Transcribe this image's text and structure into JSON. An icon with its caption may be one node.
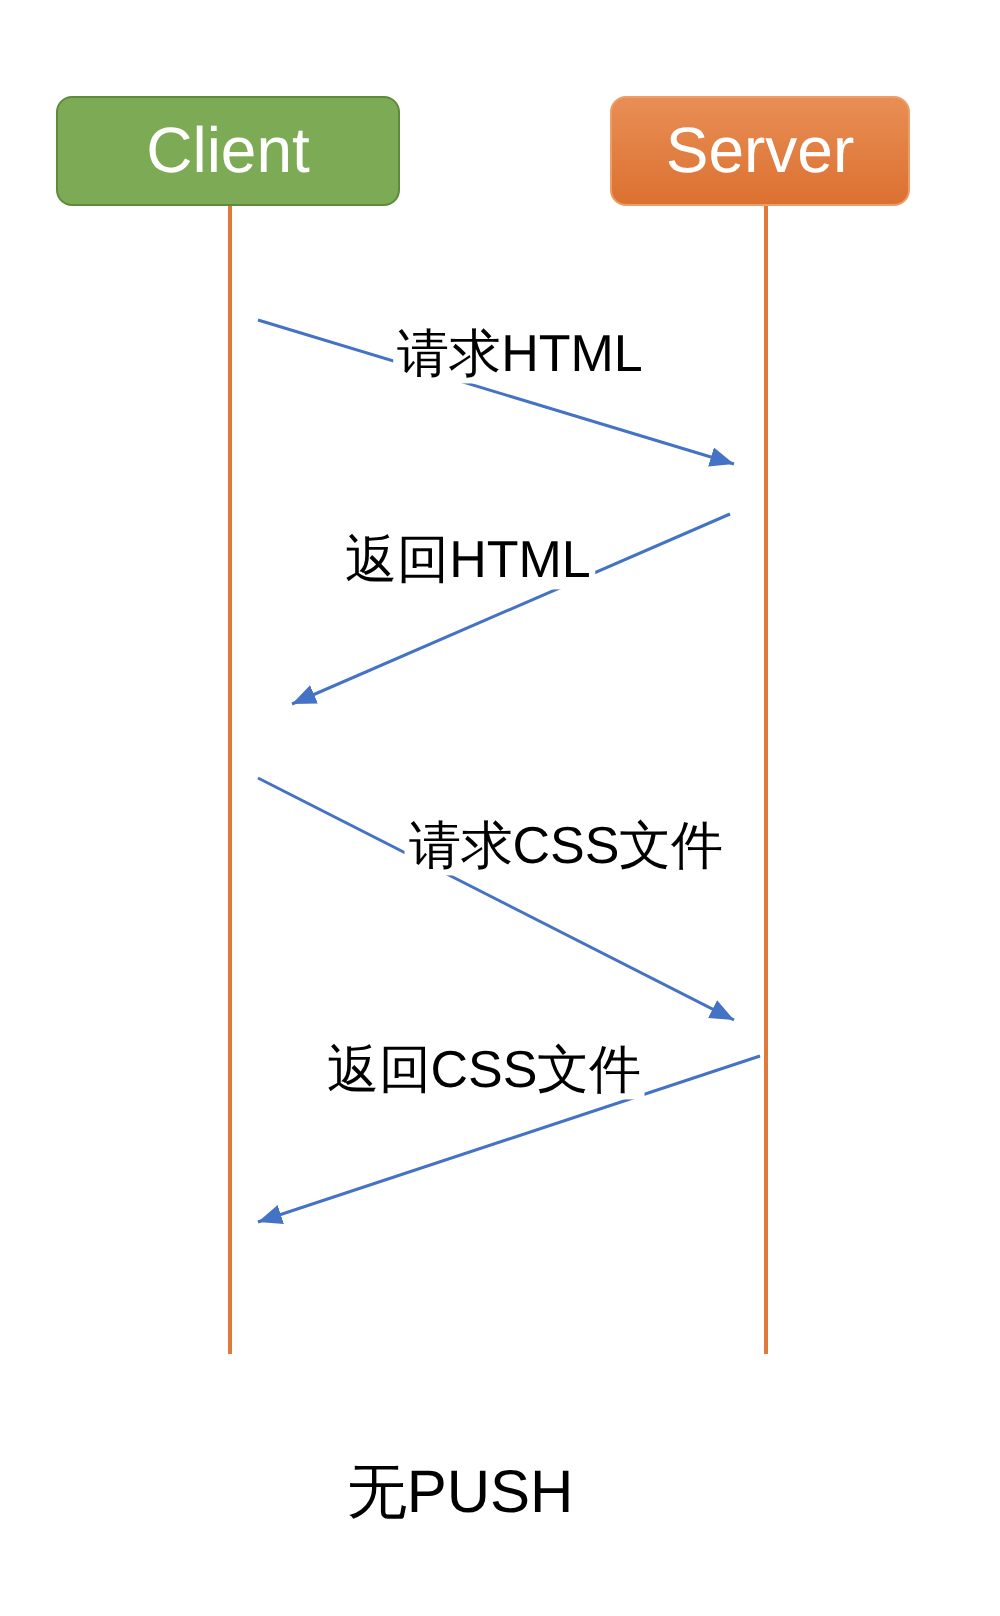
{
  "diagram": {
    "caption": "无PUSH",
    "nodes": [
      {
        "text": [
          "Client"
        ]
      },
      {
        "text": [
          "Server"
        ]
      },
      {
        "text": [],
        "shape": "line"
      },
      {
        "text": [],
        "shape": "line"
      }
    ],
    "edges": [
      {
        "from": 2,
        "to": 3,
        "arrow": "to",
        "label": "请求HTML"
      },
      {
        "from": 3,
        "to": 2,
        "arrow": "to",
        "label": "返回HTML"
      },
      {
        "from": 2,
        "to": 3,
        "arrow": "to",
        "label": "请求CSS文件"
      },
      {
        "from": 3,
        "to": 2,
        "arrow": "to",
        "label": "返回CSS文件"
      }
    ]
  }
}
